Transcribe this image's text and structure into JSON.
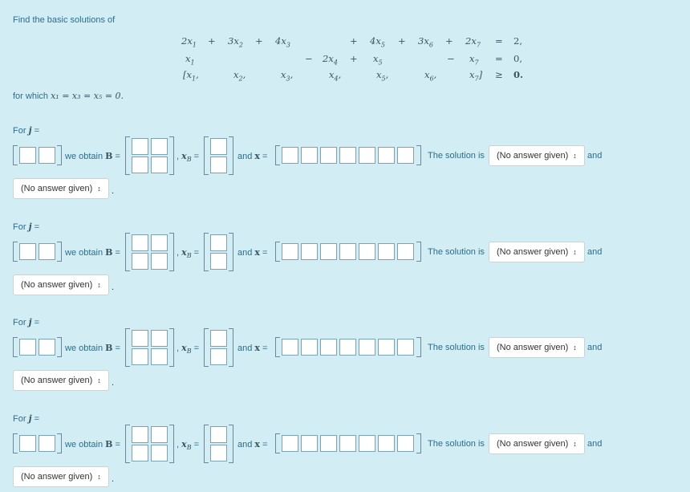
{
  "instruction": "Find the basic solutions of",
  "system": {
    "row1": {
      "t1": "2x",
      "t1s": "1",
      "op1": "+",
      "t2": "3x",
      "t2s": "2",
      "op2": "+",
      "t3": "4x",
      "t3s": "3",
      "op4": "+",
      "t5": "4x",
      "t5s": "5",
      "op5": "+",
      "t6": "3x",
      "t6s": "6",
      "op6": "+",
      "t7": "2x",
      "t7s": "7",
      "rel": "=",
      "rhs": "2,"
    },
    "row2": {
      "t1": "x",
      "t1s": "1",
      "op3": "−",
      "t4": "2x",
      "t4s": "4",
      "op4": "+",
      "t5": "x",
      "t5s": "5",
      "op6": "−",
      "t7": "x",
      "t7s": "7",
      "rel": "=",
      "rhs": "0,"
    },
    "row3": {
      "v1": "[x",
      "v1s": "1",
      "v1p": ",",
      "v2": "x",
      "v2s": "2",
      "v2p": ",",
      "v3": "x",
      "v3s": "3",
      "v3p": ",",
      "v4": "x",
      "v4s": "4",
      "v4p": ",",
      "v5": "x",
      "v5s": "5",
      "v5p": ",",
      "v6": "x",
      "v6s": "6",
      "v6p": ",",
      "v7": "x",
      "v7s": "7",
      "v7p": "]",
      "rel": "≥",
      "rhs": "0."
    }
  },
  "for_which": {
    "prefix": "for which ",
    "condition": "x₁ = x₃ = x₅ = 0."
  },
  "blocks": [
    {
      "for_j": "For ",
      "j": "j",
      "eq": " =",
      "we_obtain": "we obtain",
      "B": "B",
      "xB": "x",
      "xBsub": "B",
      "and_x": "and",
      "x": "x",
      "solution_is": "The solution is",
      "select1": "(No answer given)",
      "and2": "and",
      "select2": "(No answer given)",
      "period": "."
    },
    {
      "for_j": "For ",
      "j": "j",
      "eq": " =",
      "we_obtain": "we obtain",
      "B": "B",
      "xB": "x",
      "xBsub": "B",
      "and_x": "and",
      "x": "x",
      "solution_is": "The solution is",
      "select1": "(No answer given)",
      "and2": "and",
      "select2": "(No answer given)",
      "period": "."
    },
    {
      "for_j": "For ",
      "j": "j",
      "eq": " =",
      "we_obtain": "we obtain",
      "B": "B",
      "xB": "x",
      "xBsub": "B",
      "and_x": "and",
      "x": "x",
      "solution_is": "The solution is",
      "select1": "(No answer given)",
      "and2": "and",
      "select2": "(No answer given)",
      "period": "."
    },
    {
      "for_j": "For ",
      "j": "j",
      "eq": " =",
      "we_obtain": "we obtain",
      "B": "B",
      "xB": "x",
      "xBsub": "B",
      "and_x": "and",
      "x": "x",
      "solution_is": "The solution is",
      "select1": "(No answer given)",
      "and2": "and",
      "select2": "(No answer given)",
      "period": "."
    }
  ],
  "icons": {
    "select_caret": "updown-caret-icon"
  }
}
